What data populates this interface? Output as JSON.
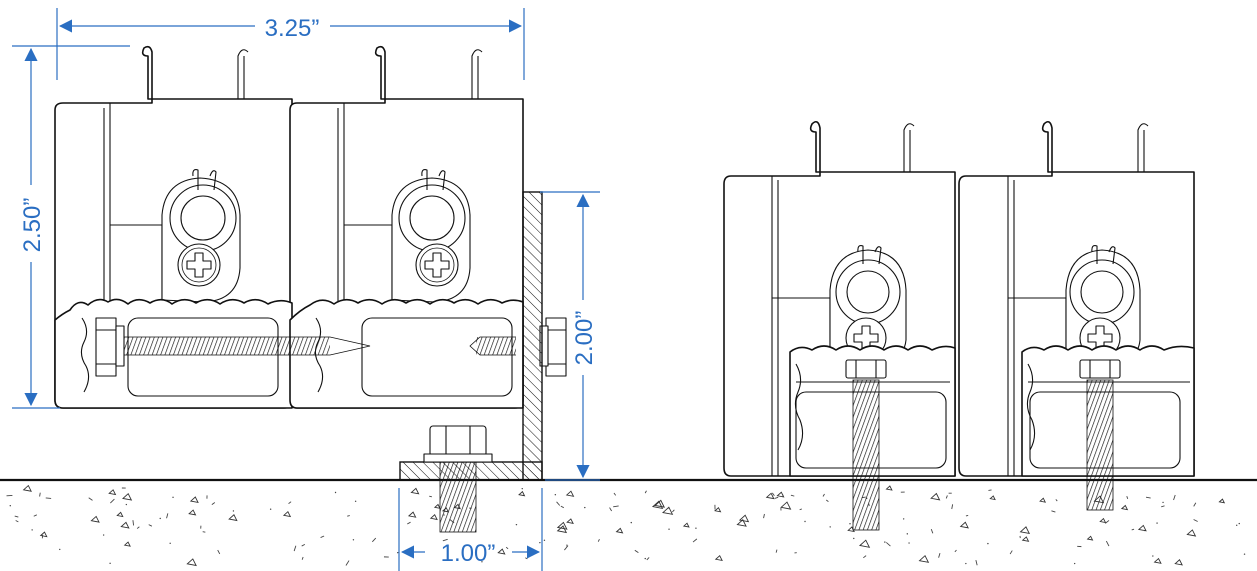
{
  "dimensions": {
    "width_top": "3.25”",
    "height_left": "2.50”",
    "height_right": "2.00”",
    "width_bottom": "1.00”"
  },
  "colors": {
    "dimension": "#2a6ec2",
    "line": "#111111",
    "background": "#ffffff"
  }
}
